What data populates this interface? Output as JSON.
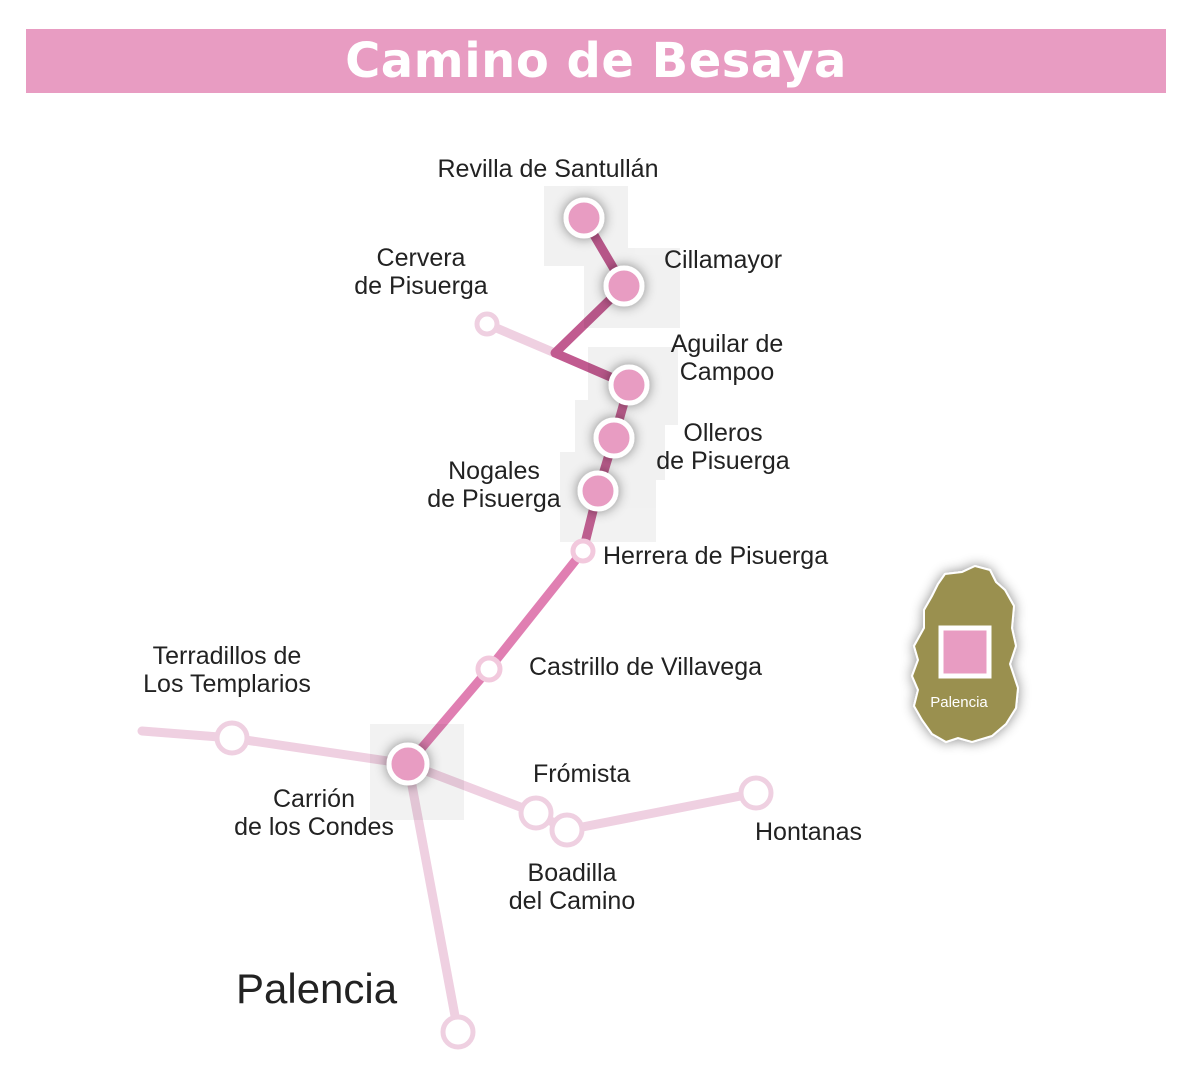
{
  "title": "Camino de Besaya",
  "colors": {
    "banner": "#e89cc2",
    "route_main": "#d96aa3",
    "route_light": "#efd0e1",
    "stop_fill": "#e89cc2",
    "province": "#9a9050"
  },
  "towns": {
    "revilla": "Revilla de Santullán",
    "cillamayor": "Cillamayor",
    "cervera": "Cervera\nde Pisuerga",
    "aguilar": "Aguilar de\nCampoo",
    "olleros": "Olleros\nde Pisuerga",
    "nogales": "Nogales\nde Pisuerga",
    "herrera": "Herrera de Pisuerga",
    "castrillo": "Castrillo de Villavega",
    "terradillos": "Terradillos de\nLos Templarios",
    "carrion": "Carrión\nde los Condes",
    "fromista": "Frómista",
    "hontanas": "Hontanas",
    "boadilla": "Boadilla\ndel Camino",
    "palencia": "Palencia"
  },
  "inset": {
    "label": "Palencia",
    "icon": "province-map-icon"
  }
}
